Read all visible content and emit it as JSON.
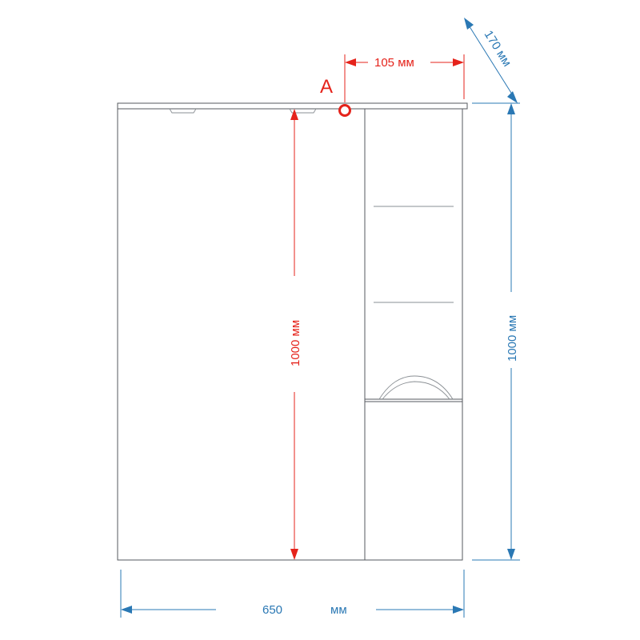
{
  "dimensions": {
    "width_value": "650",
    "width_unit": "мм",
    "height_right": "1000 мм",
    "height_inner": "1000 мм",
    "offset_top": "105 мм",
    "depth": "170 мм"
  },
  "markers": {
    "point_label": "A"
  },
  "colors": {
    "dimension_blue": "#2a78b4",
    "dimension_red": "#e5231b",
    "outline": "#555a5f"
  }
}
